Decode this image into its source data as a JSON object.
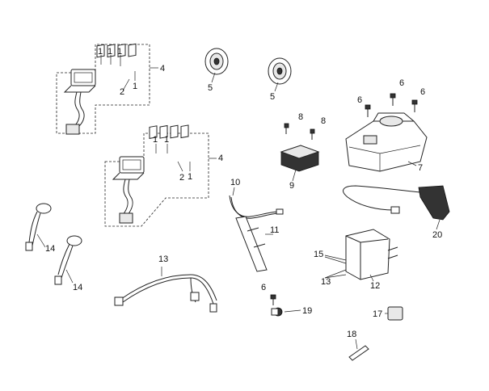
{
  "callouts": {
    "c1a": "1",
    "c1b": "1",
    "c1c": "1",
    "c2a": "2",
    "c4a": "4",
    "c1e": "1",
    "c1d": "1",
    "c1f": "1",
    "c2b": "2",
    "c1g": "1",
    "c4b": "4",
    "c5a": "5",
    "c5b": "5",
    "c6a": "6",
    "c6b": "6",
    "c6c": "6",
    "c6d": "6",
    "c7": "7",
    "c8a": "8",
    "c8b": "8",
    "c9": "9",
    "c10": "10",
    "c11": "11",
    "c12": "12",
    "c13a": "13",
    "c13b": "13",
    "c14a": "14",
    "c14b": "14",
    "c15": "15",
    "c17": "17",
    "c18": "18",
    "c19": "19",
    "c20": "20"
  }
}
